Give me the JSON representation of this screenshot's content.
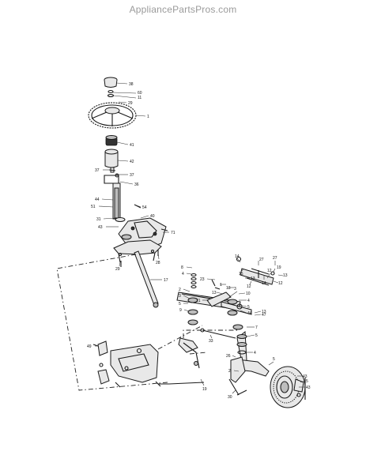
{
  "watermark": "AppliancePartsPros.com",
  "callouts": [
    "38",
    "60",
    "11",
    "29",
    "1",
    "41",
    "42",
    "37",
    "37",
    "36",
    "44",
    "51",
    "54",
    "31",
    "40",
    "43",
    "71",
    "28",
    "29",
    "17",
    "8",
    "4",
    "2",
    "3",
    "5",
    "9",
    "23",
    "1",
    "13",
    "13",
    "10",
    "4",
    "5",
    "44",
    "21",
    "3",
    "13",
    "14",
    "15",
    "27",
    "27",
    "12",
    "14",
    "13",
    "12",
    "12",
    "19",
    "13",
    "47",
    "7",
    "5",
    "33",
    "4",
    "26",
    "2",
    "5",
    "43",
    "5",
    "43",
    "30",
    "49",
    "19"
  ]
}
